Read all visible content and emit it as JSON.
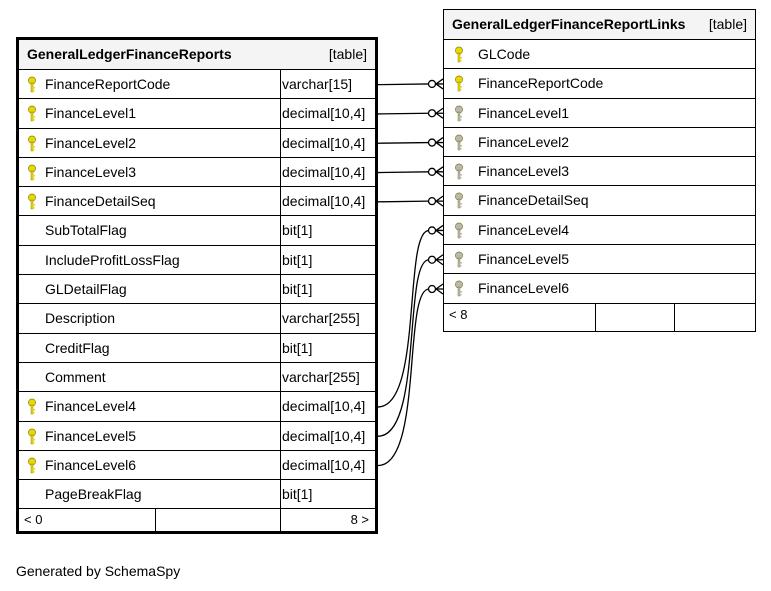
{
  "main_table": {
    "name": "GeneralLedgerFinanceReports",
    "type_label": "[table]",
    "columns": [
      {
        "name": "FinanceReportCode",
        "type": "varchar[15]",
        "key": true
      },
      {
        "name": "FinanceLevel1",
        "type": "decimal[10,4]",
        "key": true
      },
      {
        "name": "FinanceLevel2",
        "type": "decimal[10,4]",
        "key": true
      },
      {
        "name": "FinanceLevel3",
        "type": "decimal[10,4]",
        "key": true
      },
      {
        "name": "FinanceDetailSeq",
        "type": "decimal[10,4]",
        "key": true
      },
      {
        "name": "SubTotalFlag",
        "type": "bit[1]",
        "key": false
      },
      {
        "name": "IncludeProfitLossFlag",
        "type": "bit[1]",
        "key": false
      },
      {
        "name": "GLDetailFlag",
        "type": "bit[1]",
        "key": false
      },
      {
        "name": "Description",
        "type": "varchar[255]",
        "key": false
      },
      {
        "name": "CreditFlag",
        "type": "bit[1]",
        "key": false
      },
      {
        "name": "Comment",
        "type": "varchar[255]",
        "key": false
      },
      {
        "name": "FinanceLevel4",
        "type": "decimal[10,4]",
        "key": true
      },
      {
        "name": "FinanceLevel5",
        "type": "decimal[10,4]",
        "key": true
      },
      {
        "name": "FinanceLevel6",
        "type": "decimal[10,4]",
        "key": true
      },
      {
        "name": "PageBreakFlag",
        "type": "bit[1]",
        "key": false
      }
    ],
    "footer_left": "< 0",
    "footer_right": "8 >"
  },
  "link_table": {
    "name": "GeneralLedgerFinanceReportLinks",
    "type_label": "[table]",
    "columns": [
      {
        "name": "GLCode",
        "key": "primary"
      },
      {
        "name": "FinanceReportCode",
        "key": "primary"
      },
      {
        "name": "FinanceLevel1",
        "key": "foreign"
      },
      {
        "name": "FinanceLevel2",
        "key": "foreign"
      },
      {
        "name": "FinanceLevel3",
        "key": "foreign"
      },
      {
        "name": "FinanceDetailSeq",
        "key": "foreign"
      },
      {
        "name": "FinanceLevel4",
        "key": "foreign"
      },
      {
        "name": "FinanceLevel5",
        "key": "foreign"
      },
      {
        "name": "FinanceLevel6",
        "key": "foreign"
      }
    ],
    "footer_left": "< 8"
  },
  "relationships": [
    {
      "from": "FinanceReportCode",
      "to": "FinanceReportCode"
    },
    {
      "from": "FinanceLevel1",
      "to": "FinanceLevel1"
    },
    {
      "from": "FinanceLevel2",
      "to": "FinanceLevel2"
    },
    {
      "from": "FinanceLevel3",
      "to": "FinanceLevel3"
    },
    {
      "from": "FinanceDetailSeq",
      "to": "FinanceDetailSeq"
    },
    {
      "from": "FinanceLevel4",
      "to": "FinanceLevel4"
    },
    {
      "from": "FinanceLevel5",
      "to": "FinanceLevel5"
    },
    {
      "from": "FinanceLevel6",
      "to": "FinanceLevel6"
    }
  ],
  "colors": {
    "primary_key": "#e8d800",
    "foreign_key": "#b8b8b8",
    "header_bg": "#f4f4f4"
  },
  "generated_by": "Generated by SchemaSpy"
}
